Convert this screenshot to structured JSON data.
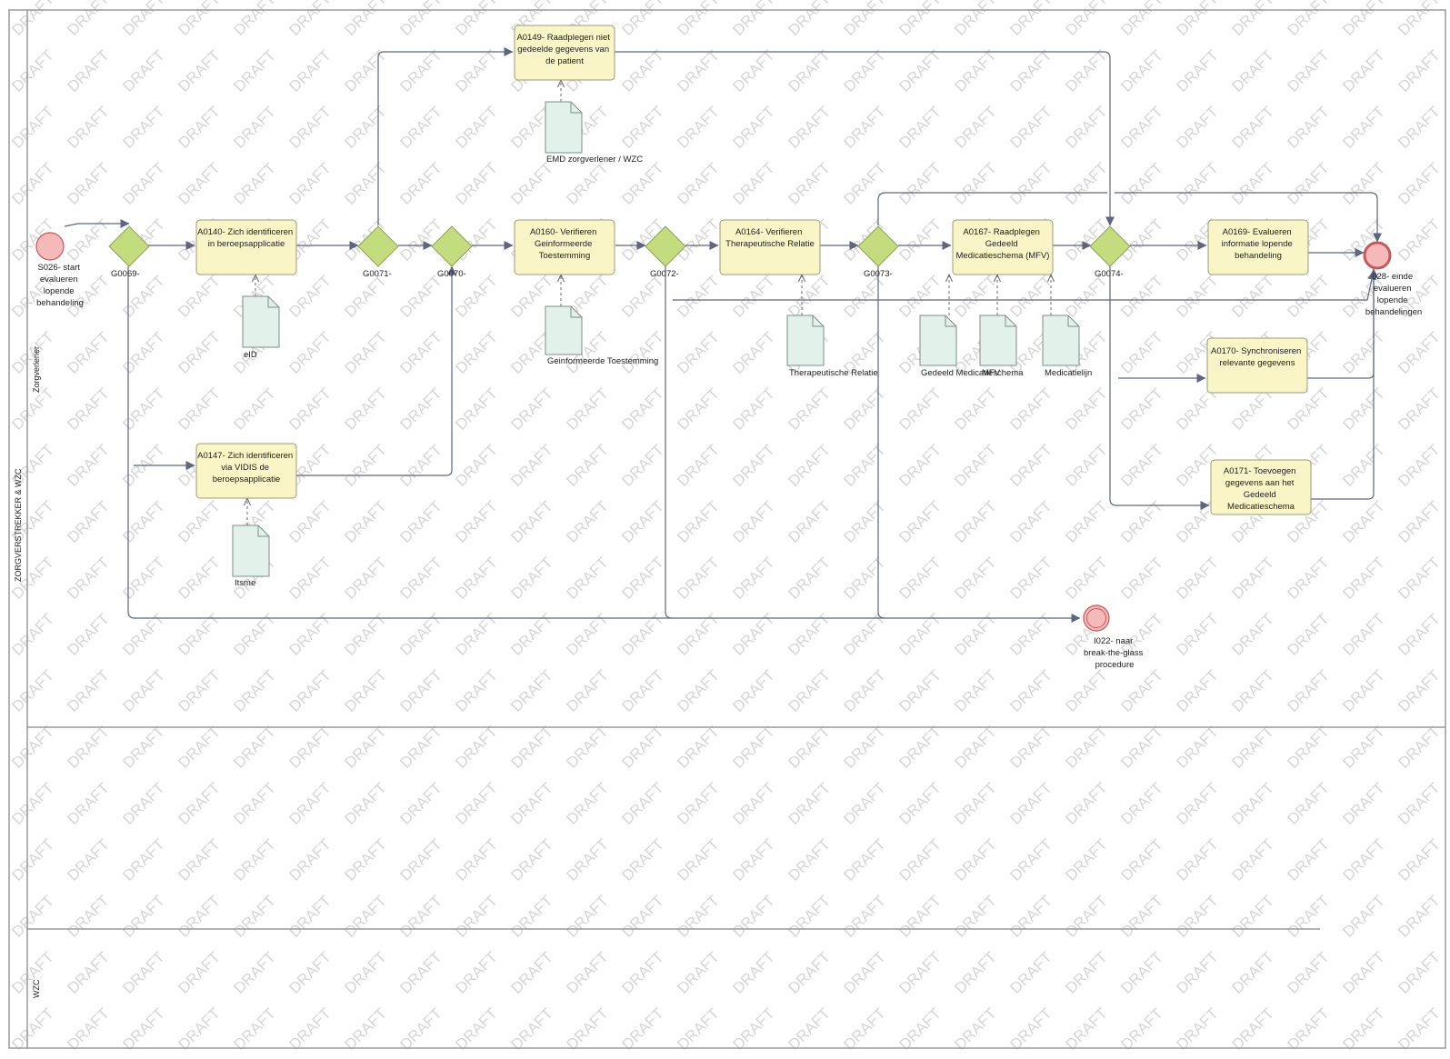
{
  "pool": {
    "label": "ZORGVERSTREKKER & WZC"
  },
  "lanes": [
    {
      "id": "lane-zorgverlener",
      "label": "Zorgverlener"
    },
    {
      "id": "lane-empty",
      "label": ""
    },
    {
      "id": "lane-wzc",
      "label": "WZC"
    }
  ],
  "watermark": "DRAFT",
  "events": {
    "start": {
      "id": "S026",
      "lines": [
        "S026- start",
        "evalueren",
        "lopende",
        "behandeling"
      ]
    },
    "end": {
      "id": "E028",
      "lines": [
        "028- einde",
        "evalueren",
        "lopende",
        "behandelingen"
      ]
    },
    "intermediate": {
      "id": "I022",
      "lines": [
        "I022- naar",
        "break-the-glass",
        "procedure"
      ]
    }
  },
  "gateways": {
    "g69": "G0069-",
    "g71": "G0071-",
    "g70": "G0070-",
    "g72": "G0072-",
    "g73": "G0073-",
    "g74": "G0074-"
  },
  "activities": {
    "a140": {
      "id": "A0140",
      "lines": [
        "A0140-  Zich identificeren",
        "in beroepsapplicatie"
      ]
    },
    "a147": {
      "id": "A0147",
      "lines": [
        "A0147-  Zich identificeren",
        "via VIDIS de",
        "beroepsapplicatie"
      ]
    },
    "a149": {
      "id": "A0149",
      "lines": [
        "A0149-  Raadplegen niet",
        "gedeelde gegevens van",
        "de patient"
      ]
    },
    "a160": {
      "id": "A0160",
      "lines": [
        "A0160-  Verifieren",
        "Geinformeerde",
        "Toestemming"
      ]
    },
    "a164": {
      "id": "A0164",
      "lines": [
        "A0164-  Verifieren",
        "Therapeutische Relatie"
      ]
    },
    "a167": {
      "id": "A0167",
      "lines": [
        "A0167-  Raadplegen",
        "Gedeeld",
        "Medicatieschema (MFV)"
      ]
    },
    "a169": {
      "id": "A0169",
      "lines": [
        "A0169-  Evalueren",
        "informatie lopende",
        "behandeling"
      ]
    },
    "a170": {
      "id": "A0170",
      "lines": [
        "A0170-  Synchroniseren",
        "relevante gegevens"
      ]
    },
    "a171": {
      "id": "A0171",
      "lines": [
        "A0171-  Toevoegen",
        "gegevens aan het",
        "Gedeeld",
        "Medicatieschema"
      ]
    }
  },
  "documents": {
    "d_emd": "EMD zorgverlener / WZC",
    "d_eid": "eID",
    "d_itsme": "Itsme",
    "d_gt": "Geinformeerde Toestemming",
    "d_tr": "Therapeutische Relatie",
    "d_gm": "Gedeeld Medicatieschema",
    "d_mfv": "MFV",
    "d_ml": "Medicatielijn"
  }
}
